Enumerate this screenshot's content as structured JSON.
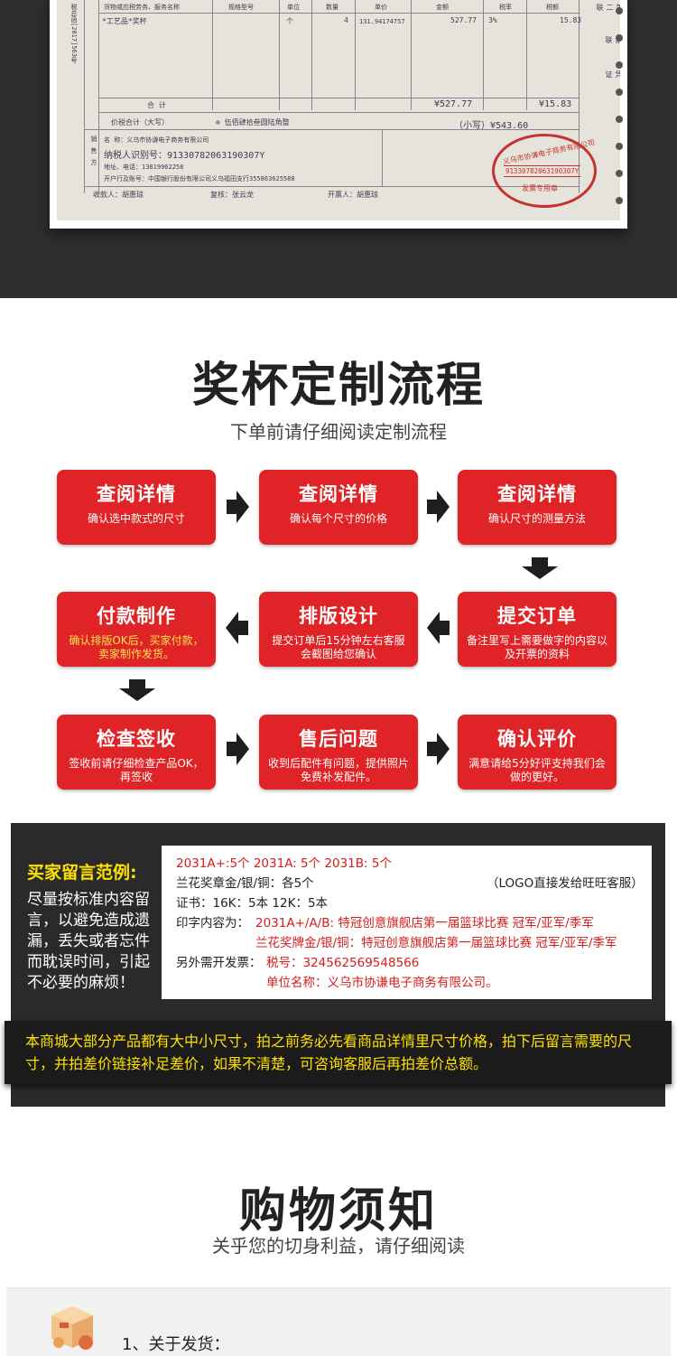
{
  "invoice": {
    "header_cols": [
      "货物或应税劳务、服务名称",
      "规格型号",
      "单位",
      "数量",
      "单价",
      "金额",
      "税率",
      "税额"
    ],
    "item_name": "*工艺品*奖杯",
    "item_unit": "个",
    "item_qty": "4",
    "item_price": "131.94174757",
    "item_amount": "527.77",
    "item_rate": "3%",
    "item_tax": "15.83",
    "sum_label": "合 计",
    "sum_amount": "¥527.77",
    "sum_tax": "¥15.83",
    "total_label": "价税合计（大写）",
    "total_words": "⊗ 伍佰肆拾叁圆陆角整",
    "total_small": "（小写）¥543.60",
    "seller_name": "名 称：义乌市协谦电子商务有限公司",
    "seller_tax": "纳税人识别号：91330782063190307Y",
    "seller_addr": "地址、电话：13819962258",
    "seller_bank": "开户行及账号：中国银行股份有限公司义乌福田支行355863625588",
    "payee": "收款人：胡惠琼",
    "reviewer": "复核：张云龙",
    "drawer": "开票人：胡惠琼",
    "seller_label": "销售方",
    "stamp_ring": "义乌市协谦电子商务有限公司",
    "stamp_code": "91330782063190307Y",
    "stamp_sub": "发票专用章",
    "side_left": "税总函[2017]563号",
    "side_right_1": "第二联",
    "side_right_2": "发票联",
    "side_right_3": "购买方记账凭证"
  },
  "process": {
    "title": "奖杯定制流程",
    "subtitle": "下单前请仔细阅读定制流程",
    "steps": [
      {
        "title": "查阅详情",
        "desc": "确认选中款式的尺寸"
      },
      {
        "title": "查阅详情",
        "desc": "确认每个尺寸的价格"
      },
      {
        "title": "查阅详情",
        "desc": "确认尺寸的测量方法"
      },
      {
        "title": "付款制作",
        "desc": "确认排版OK后，买家付款，卖家制作发货。"
      },
      {
        "title": "排版设计",
        "desc": "提交订单后15分钟左右客服会截图给您确认"
      },
      {
        "title": "提交订单",
        "desc": "备注里写上需要做字的内容以及开票的资料"
      },
      {
        "title": "检查签收",
        "desc": "签收前请仔细检查产品OK，再签收"
      },
      {
        "title": "售后问题",
        "desc": "收到后配件有问题，提供照片免费补发配件。"
      },
      {
        "title": "确认评价",
        "desc": "满意请给5分好评支持我们会做的更好。"
      }
    ]
  },
  "sample": {
    "heading": "买家留言范例:",
    "note": "尽量按标准内容留言，以避免造成遗漏，丢失或者忘件而耽误时间，引起不必要的麻烦！",
    "line1": "2031A+:5个    2031A: 5个     2031B: 5个",
    "line2": "兰花奖章金/银/铜：各5个",
    "line2_right": "（LOGO直接发给旺旺客服）",
    "line3": "证书：16K：5本   12K：5本",
    "line4_label": "印字内容为：",
    "line4": "2031A+/A/B: 特冠创意旗舰店第一届篮球比赛  冠军/亚军/季军",
    "line5": "兰花奖牌金/银/铜：特冠创意旗舰店第一届篮球比赛  冠军/亚军/季军",
    "line6_label": "另外需开发票：",
    "line6": "税号：324562569548566",
    "line7": "单位名称：义乌市协谦电子商务有限公司。"
  },
  "notice": {
    "text": "本商城大部分产品都有大中小尺寸，拍之前务必先看商品详情里尺寸价格，拍下后留言需要的尺寸，并拍差价链接补足差价，如果不清楚，可咨询客服后再拍差价总额。"
  },
  "notes": {
    "title": "购物须知",
    "subtitle": "关乎您的切身利益，请仔细阅读",
    "item1": "1、关于发货："
  },
  "colors": {
    "step_red": "#e02326",
    "highlight_yellow": "#ffe100",
    "dark_bg": "#2e2e2e",
    "sample_red": "#d61c1c"
  }
}
